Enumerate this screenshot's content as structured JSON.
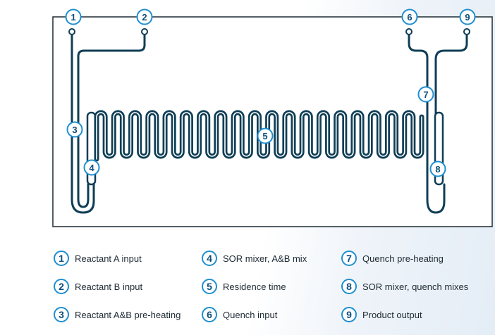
{
  "colors": {
    "tube": "#0f3e55",
    "tube_inner": "#ffffff",
    "badge_border": "#1f8fd0",
    "badge_text": "#0f4e78",
    "frame": "#1e2a33"
  },
  "diagram_markers": [
    {
      "number": "1"
    },
    {
      "number": "2"
    },
    {
      "number": "3"
    },
    {
      "number": "4"
    },
    {
      "number": "5"
    },
    {
      "number": "6"
    },
    {
      "number": "7"
    },
    {
      "number": "8"
    },
    {
      "number": "9"
    }
  ],
  "legend": [
    {
      "number": "1",
      "label": "Reactant A input"
    },
    {
      "number": "2",
      "label": "Reactant B input"
    },
    {
      "number": "3",
      "label": "Reactant A&B pre-heating"
    },
    {
      "number": "4",
      "label": "SOR mixer, A&B mix"
    },
    {
      "number": "5",
      "label": "Residence time"
    },
    {
      "number": "6",
      "label": "Quench input"
    },
    {
      "number": "7",
      "label": "Quench pre-heating"
    },
    {
      "number": "8",
      "label": "SOR mixer, quench mixes"
    },
    {
      "number": "9",
      "label": "Product output"
    }
  ]
}
